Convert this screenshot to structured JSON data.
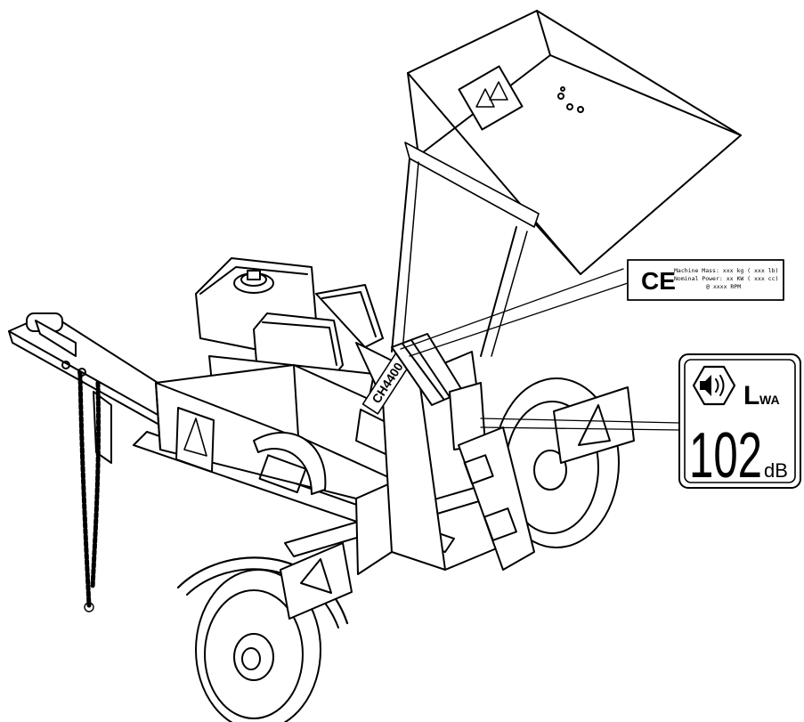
{
  "model_label": "CH4400",
  "ce_label": {
    "mark": "CE",
    "line1": "Machine Mass: xxx kg ( xxx lb)",
    "line2": "Nominal Power: xx KW ( xxx cc)",
    "line3": "@ xxxx RPM"
  },
  "noise_label": {
    "symbol": "L",
    "symbol_sub": "WA",
    "value": "102",
    "unit": "dB"
  },
  "icons": {
    "noise": "speaker-icon",
    "warning": "warning-triangle-icon",
    "hazard": "hazard-pictogram-icon"
  },
  "colors": {
    "line": "#000000",
    "fill": "#ffffff",
    "shade": "#d9d9d9"
  }
}
